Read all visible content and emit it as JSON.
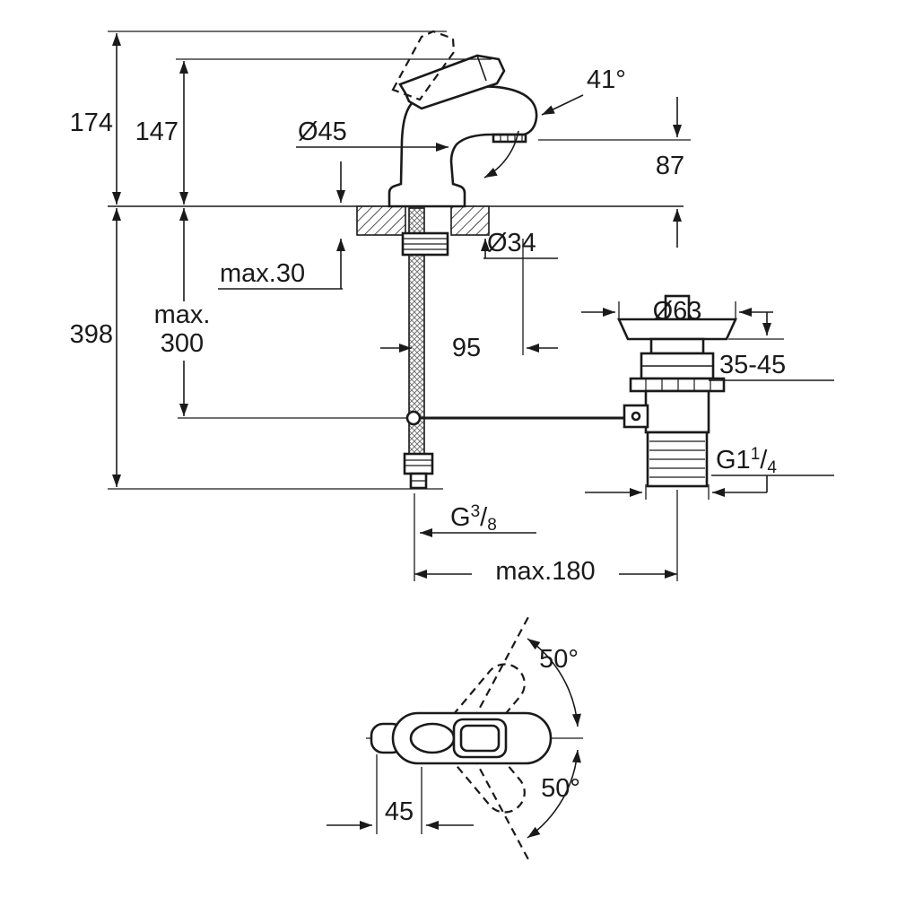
{
  "colors": {
    "background": "#ffffff",
    "line": "#1a1a1a"
  },
  "dims": {
    "total_height": "174",
    "handle_height": "147",
    "body_diameter": "Ø45",
    "lever_angle": "41°",
    "spout_height": "87",
    "deck_thickness": "max.30",
    "hole_diameter": "Ø34",
    "overall_depth": "398",
    "rod_depth_line1": "max.",
    "rod_depth_line2": "300",
    "spout_reach": "95",
    "max_drain_distance": "max.180"
  },
  "supply": {
    "thread_base": "G",
    "thread_sup": "3",
    "thread_slash": "/",
    "thread_sub": "8"
  },
  "drain": {
    "flange_diameter": "Ø63",
    "mounting_range": "35-45",
    "thread_base": "G1",
    "thread_sup": "1",
    "thread_slash": "/",
    "thread_sub": "4"
  },
  "plan": {
    "swing_up": "50°",
    "swing_down": "50°",
    "lever_width": "45"
  }
}
